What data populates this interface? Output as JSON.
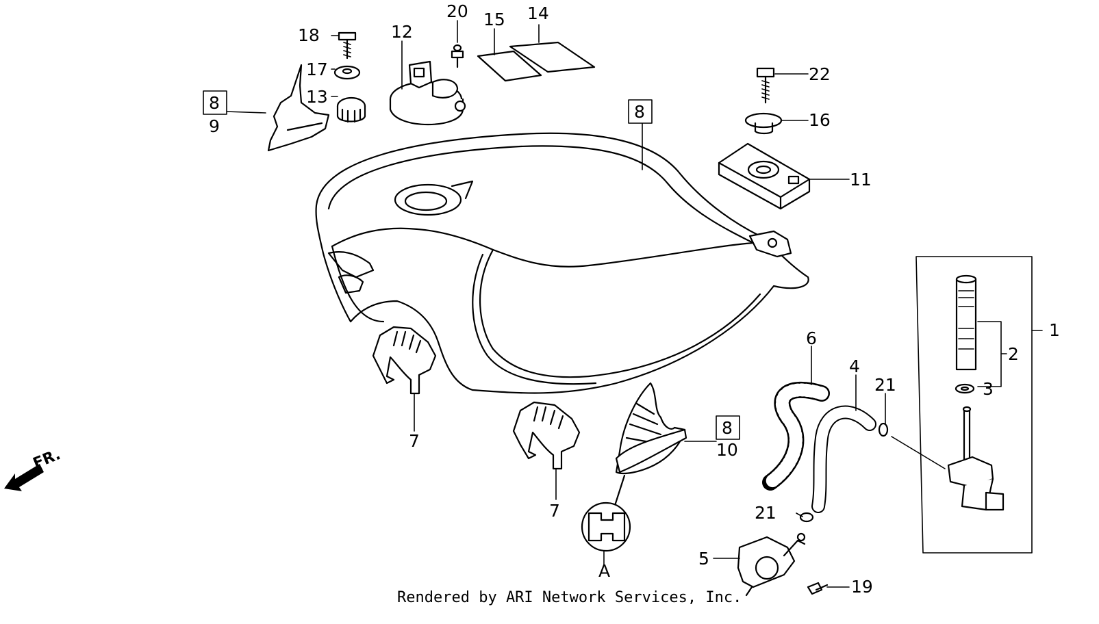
{
  "diagram": {
    "footer": "Rendered by ARI Network Services, Inc.",
    "direction_label": "FR.",
    "callouts": {
      "p1": "1",
      "p2": "2",
      "p3": "3",
      "p4": "4",
      "p5": "5",
      "p6": "6",
      "p7a": "7",
      "p7b": "7",
      "p8a": "8",
      "p8b": "8",
      "p8c": "8",
      "p9": "9",
      "p10": "10",
      "p11": "11",
      "p12": "12",
      "p13": "13",
      "p14": "14",
      "p15": "15",
      "p16": "16",
      "p17": "17",
      "p18": "18",
      "p19": "19",
      "p20": "20",
      "p21a": "21",
      "p21b": "21",
      "p22": "22",
      "detailA": "A"
    }
  }
}
